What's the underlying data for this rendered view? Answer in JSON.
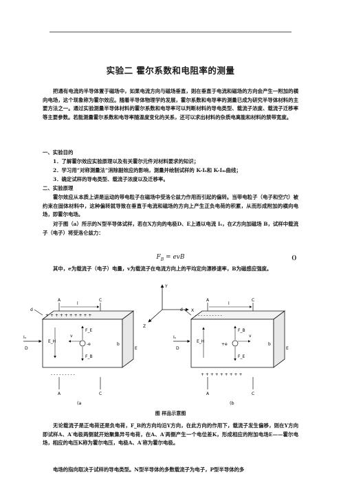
{
  "document": {
    "title": "实验二    霍尔系数和电阻率的测量",
    "intro": "把通有电流的半导体置于磁场中，如果电流方向与磁场垂直，则在垂直于电流和磁场的方向会产生一附加的横向电场，这个现象称为霍尔效应。随着半导体物理学的发展，霍尔系数和电导率的测量已成为研究半导体材料的主要方法之一。通过实验测量半导体材料的霍尔系数和电导率可以判断材料的导电类型、载流子浓度、载流子迁移率等主要参数。若能测量霍尔系数和电导率随温度变化的关系，还可以求出材料的杂质电离能和材料的禁带宽度。",
    "section1": "一、实验目的",
    "goals": [
      "1．了解霍尔效应实验原理以及有关霍尔元件对材料要求的知识；",
      "2．学习用“对称测量法”消除副效应的影响，测量并绘制试样的 K-Iₛ和 K-Iₘ曲线；",
      "3．确定试样的导电类型、载流子浓度以及迁移率。"
    ],
    "section2": "二、实验原理",
    "principle": "霍尔效应从本质上讲是运动的带电粒子在磁场中受洛仑兹力作用而引起的偏转。当带电粒子（电子和空穴）被约束在固体材料中，这种偏转就导致在垂直于电流和磁场的方向上产生正负电荷的积累，从而形成附加的横向电场，即霍尔电场。",
    "figure_ref": "对于图（a）所示的N型半导体试样，若在X方向的电极D、E上通以电流 Iₛ，在Z方向加磁场 B，试样中载流子（电子）将受洛仑兹力：",
    "formula": "F_B = evB",
    "formula_number": "()",
    "formula_explain": "其中，e为载流子（电子）电量，v为载流子在电流方向上的平均定向漂移速率，B为磁感应强度。",
    "figure_caption": "图   样品示意图",
    "after1": "无论载流子是正电荷还是负电荷，F_B的方向均沿Y方向，在此方向的作用下，载流子发生偏移，则在Y方向即试样A、A′电极两侧就开始聚集异号电荷，在A、A′两侧产生一个电位差K，形成相应的附加电场E——霍尔电场，相应的电压K称为霍尔电压，电极A、A′称为霍尔电极。",
    "after2": "电场的指向取决于试样的导电类型。N型半导体的多数载流子为电子，P型半导体的多"
  },
  "figure": {
    "axes": {
      "y": "Y",
      "x": "X",
      "z": "Z"
    },
    "a": {
      "label": "(a",
      "top_A": "A",
      "top_C": "C",
      "bottom_A": "A",
      "bottom_C": "C",
      "left": "D",
      "right": "E",
      "length": "l",
      "d": "d",
      "current": "Iₛ",
      "field": "E_H",
      "force_h": "F_E",
      "force_b": "F_B",
      "charge": "-e",
      "velocity": "v",
      "width": "b",
      "top_signs": "+ + + + + + + + + +",
      "bottom_signs": "- - - - - - - - -"
    },
    "b": {
      "label": "(b",
      "top_A": "A",
      "top_C": "C",
      "bottom_A": "A",
      "bottom_C": "C",
      "left": "D",
      "right": "E",
      "length": "l",
      "d": "d",
      "current": "Iₛ",
      "field": "E_H",
      "force_h": "F_B",
      "force_b": "F_E",
      "charge": "+e",
      "velocity": "v",
      "width": "b",
      "top_signs": "- - - - - - - - - -",
      "bottom_signs": "+ + + + + + + + +"
    }
  }
}
